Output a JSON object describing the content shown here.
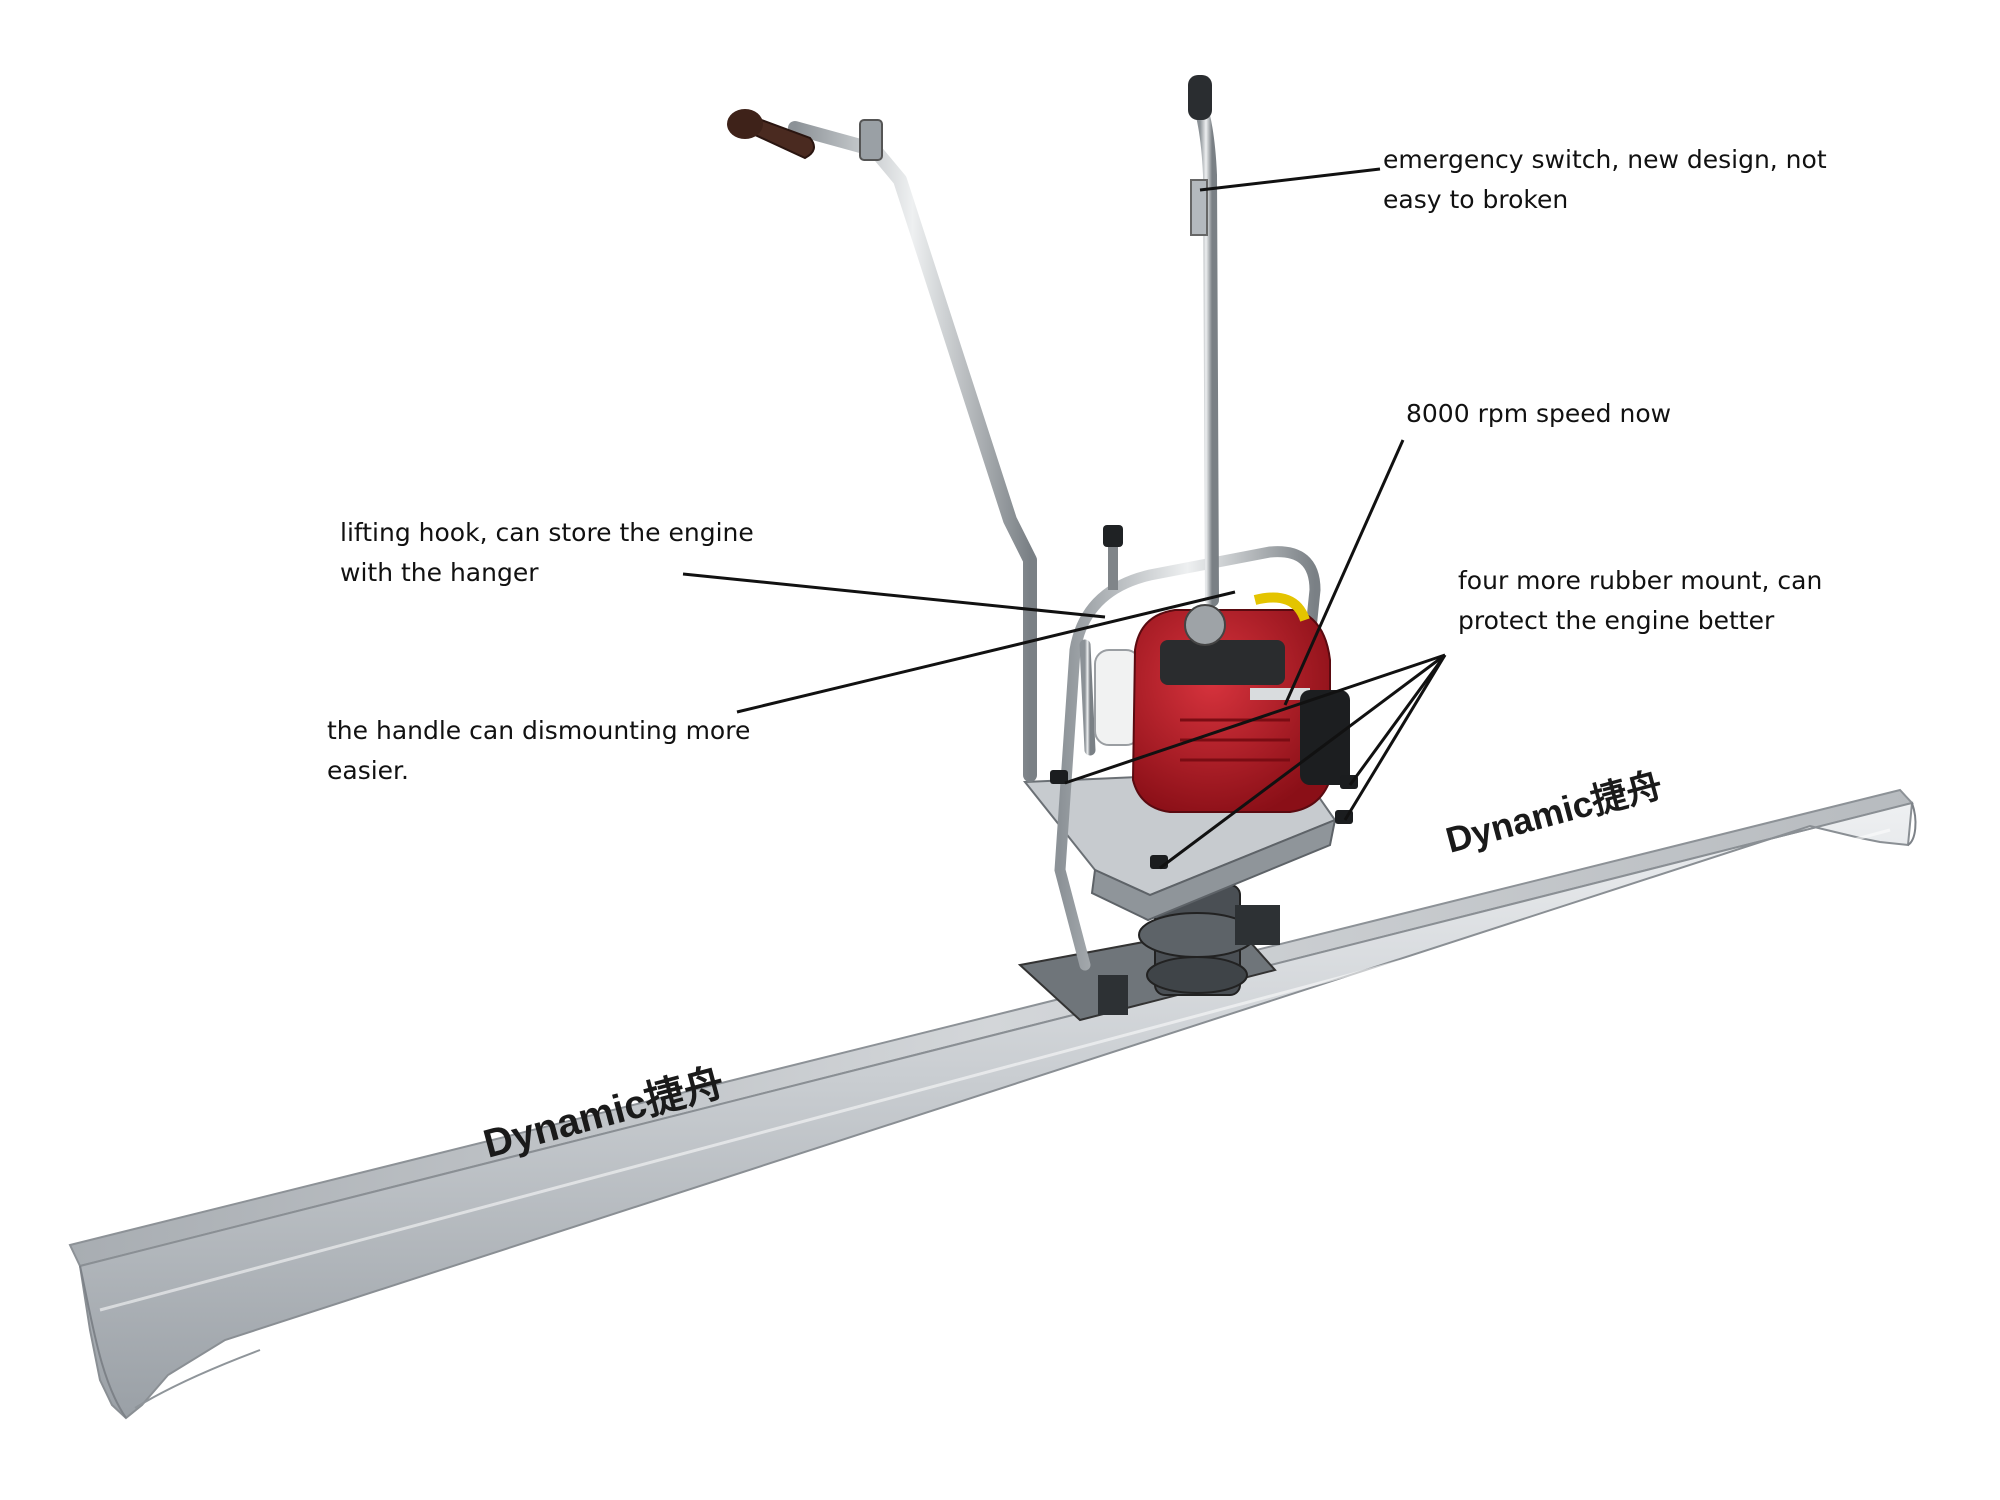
{
  "annotations": {
    "emergency_switch": "emergency switch, new design, not easy to broken",
    "rpm_speed": "8000 rpm speed now",
    "lifting_hook": "lifting hook, can store the engine with the hanger",
    "rubber_mount": "four more rubber mount, can protect the engine better",
    "handle_dismount": "the handle can dismounting more easier."
  },
  "branding": {
    "logo_text": "Dynamic捷舟"
  },
  "colors": {
    "engine_red": "#b3161f",
    "steel_light": "#dcdfe2",
    "steel_mid": "#b5babf",
    "steel_dark": "#7f858b",
    "callout_line": "#111111",
    "grip_brown": "#4a2a20"
  }
}
